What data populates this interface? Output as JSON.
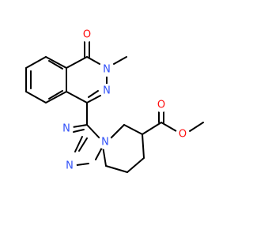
{
  "molecule": {
    "background": "#ffffff",
    "bond_color": "#000000",
    "atoms": [
      {
        "id": "O_ketone",
        "symbol": "O",
        "color": "#ff0d0d"
      },
      {
        "id": "N_methyl",
        "symbol": "N",
        "color": "#3050f8"
      },
      {
        "id": "N_azine",
        "symbol": "N",
        "color": "#3050f8"
      },
      {
        "id": "N_bridge",
        "symbol": "N",
        "color": "#3050f8"
      },
      {
        "id": "N_tri_top",
        "symbol": "N",
        "color": "#3050f8"
      },
      {
        "id": "N_tri_bottom",
        "symbol": "N",
        "color": "#3050f8"
      },
      {
        "id": "O_carbonyl",
        "symbol": "O",
        "color": "#ff0d0d"
      },
      {
        "id": "O_ester",
        "symbol": "O",
        "color": "#ff0d0d"
      }
    ]
  }
}
